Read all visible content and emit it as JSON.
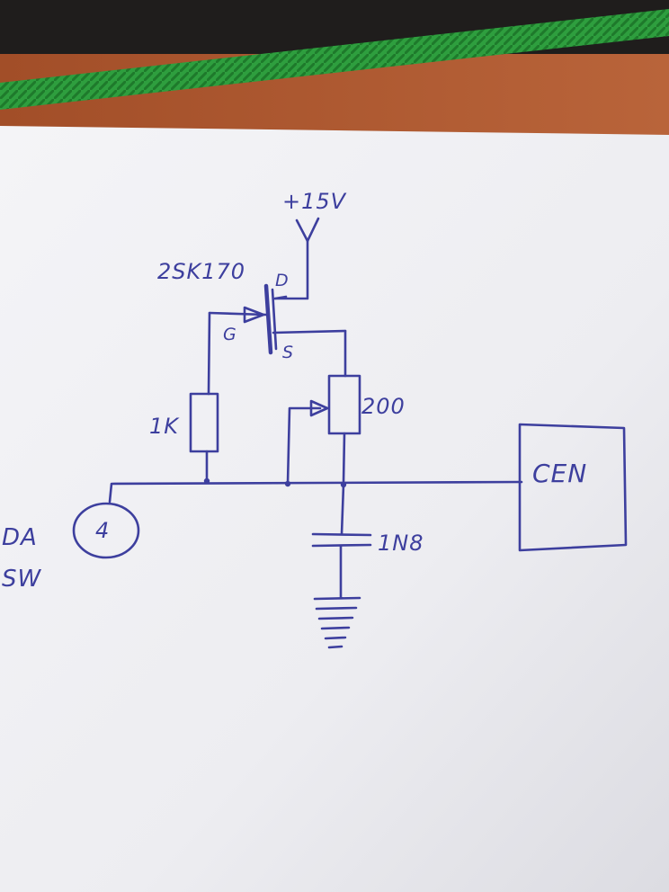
{
  "labels": {
    "supply": "+15V",
    "transistor": "2SK170",
    "drain": "D",
    "gate": "G",
    "source": "S",
    "resistor": "1K",
    "potentiometer": "200",
    "capacitor": "1N8",
    "block": "CEN",
    "connector_pin": "4",
    "left_note_line1": "DA",
    "left_note_line2": "SW"
  },
  "colors": {
    "ink": "#3d3f9e",
    "paper": "#f3f3f6",
    "desk": "#b25a30",
    "mat_edge": "#2e9e3e"
  }
}
